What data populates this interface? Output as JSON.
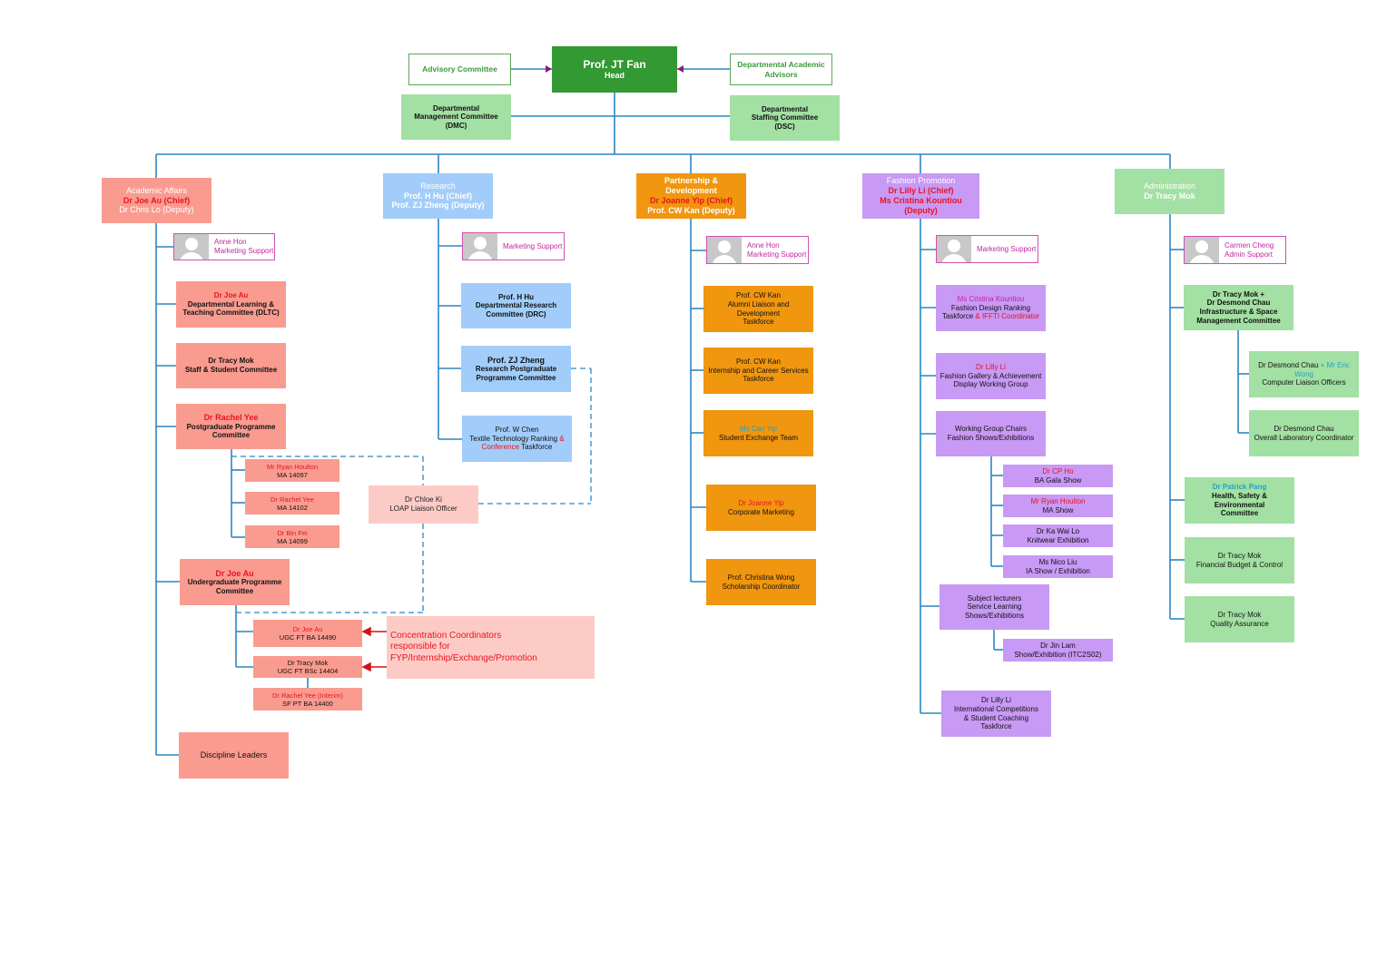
{
  "head": {
    "name": "Prof. JT Fan",
    "role": "Head"
  },
  "advisory": "Advisory Committee",
  "dept_academic_advisors": "Departmental Academic Advisors",
  "dmc": [
    "Departmental",
    "Management Committee",
    "(DMC)"
  ],
  "dsc": [
    "Departmental",
    "Staffing Committee",
    "(DSC)"
  ],
  "academic": {
    "header": [
      "Academic Affairs",
      "Dr Joe Au (Chief)",
      "Dr Chris Lo (Deputy)"
    ],
    "support": {
      "name": "Anne Hon",
      "role": "Marketing Support"
    },
    "dltc": [
      "Dr Joe Au",
      "Departmental Learning &",
      "Teaching Committee (DLTC)"
    ],
    "ssc": [
      "Dr Tracy Mok",
      "Staff & Student Committee"
    ],
    "pgc": [
      "Dr Rachel Yee",
      "Postgraduate Programme",
      "Committee"
    ],
    "ma1": [
      "Mr Ryan Houlton",
      "MA 14097"
    ],
    "ma2": [
      "Dr Rachel Yee",
      "MA 14102"
    ],
    "ma3": [
      "Dr Bin Fei",
      "MA 14099"
    ],
    "ugc": [
      "Dr Joe Au",
      "Undergraduate Programme",
      "Committee"
    ],
    "ug1": [
      "Dr Joe Au",
      "UGC FT BA 14490"
    ],
    "ug2": [
      "Dr Tracy Mok",
      "UGC FT BSc 14404"
    ],
    "ug3": [
      "Dr Rachel Yee (Interim)",
      "SF PT BA 14400"
    ],
    "discipline": "Discipline Leaders",
    "loap": [
      "Dr Chloe Ki",
      "LOAP Liaison Officer"
    ],
    "note": [
      "Concentration Coordinators",
      "responsible for FYP/Internship/Exchange/Promotion"
    ]
  },
  "research": {
    "header": [
      "Research",
      "Prof. H Hu (Chief)",
      "Prof. ZJ Zheng (Deputy)"
    ],
    "support": {
      "name": "",
      "role": "Marketing Support"
    },
    "drc": [
      "Prof. H Hu",
      "Departmental Research",
      "Committee (DRC)"
    ],
    "rpg": [
      "Prof. ZJ Zheng",
      "Research Postgraduate",
      "Programme Committee"
    ],
    "ttr": [
      "Prof. W Chen",
      "Textile Technology Ranking",
      "&",
      "Conference",
      "Taskforce"
    ]
  },
  "partnership": {
    "header": [
      "Partnership & Development",
      "Dr Joanne Yip (Chief)",
      "Prof. CW Kan (Deputy)"
    ],
    "support": {
      "name": "Anne Hon",
      "role": "Marketing Support"
    },
    "alumni": [
      "Prof. CW Kan",
      "Alumni Liaison and Development",
      "Taskforce"
    ],
    "internship": [
      "Prof. CW Kan",
      "Internship and Career Services",
      "Taskforce"
    ],
    "exchange": [
      "Ms Can Yip",
      "Student Exchange Team"
    ],
    "marketing": [
      "Dr Joanne Yip",
      "Corporate Marketing"
    ],
    "scholarship": [
      "Prof. Christina Wong",
      "Scholarship Coordinator"
    ]
  },
  "fashion": {
    "header": [
      "Fashion Promotion",
      "Dr Lilly Li (Chief)",
      "Ms Cristina Kountiou (Deputy)"
    ],
    "support": {
      "name": "",
      "role": "Marketing Support"
    },
    "ranking": [
      "Ms Cristina Kountiou",
      "Fashion Design Ranking",
      "Taskforce",
      "& IFFTI Coordinator"
    ],
    "gallery": [
      "Dr Lilly Li",
      "Fashion Gallery & Achievement",
      "Display Working Group"
    ],
    "wgc": [
      "Working Group Chairs",
      "Fashion Shows/Exhibitions"
    ],
    "ba": [
      "Dr CP Ho",
      "BA Gala Show"
    ],
    "ma": [
      "Mr Ryan Houlton",
      "MA Show"
    ],
    "knit": [
      "Dr Ka Wai Lo",
      "Knitwear Exhibition"
    ],
    "ia": [
      "Ms Nico Liu",
      "IA Show / Exhibition"
    ],
    "subject": [
      "Subject lecturers",
      "Service Learning Shows/Exhibitions"
    ],
    "jin": [
      "Dr Jin Lam",
      "Show/Exhibition (ITC2S02)"
    ],
    "intl": [
      "Dr Lilly Li",
      "International Competitions",
      "& Student Coaching",
      "Taskforce"
    ]
  },
  "admin": {
    "header": [
      "Administration",
      "Dr Tracy Mok"
    ],
    "support": {
      "name": "Carmen Cheng",
      "role": "Admin Support"
    },
    "infra": [
      "Dr Tracy Mok +",
      "Dr Desmond Chau",
      "Infrastructure & Space",
      "Management Committee"
    ],
    "computer": [
      "Dr Desmond Chau",
      "+ Mr Eric Wong",
      "Computer Liaison Officers"
    ],
    "lab": [
      "Dr Desmond Chau",
      "Overall Laboratory Coordinator"
    ],
    "hse": [
      "Dr Patrick Pang",
      "Health, Safety & Environmental",
      "Committee"
    ],
    "budget": [
      "Dr Tracy Mok",
      "Financial Budget & Control"
    ],
    "qa": [
      "Dr Tracy Mok",
      "Quality Assurance"
    ]
  },
  "colors": {
    "line": "#2e86c1",
    "head": "#339933",
    "accent_red": "#e8141f",
    "dash": "#2e86c1",
    "arrow_red": "#d0101a"
  }
}
